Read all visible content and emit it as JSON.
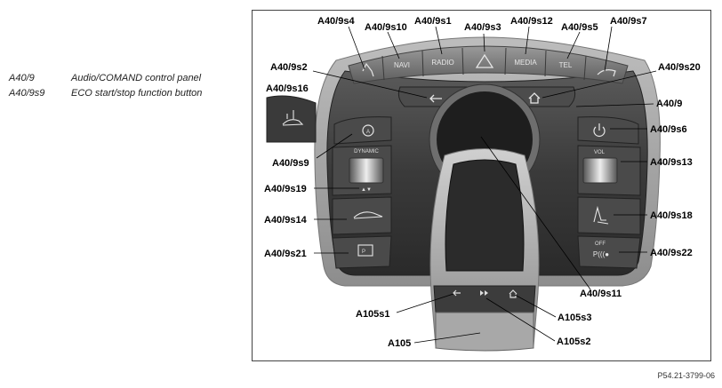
{
  "legend": [
    {
      "code": "A40/9",
      "text": "Audio/COMAND control panel"
    },
    {
      "code": "A40/9s9",
      "text": "ECO start/stop function button"
    }
  ],
  "buttons": {
    "navi": "NAVI",
    "radio": "RADIO",
    "media": "MEDIA",
    "tel": "TEL",
    "dynamic": "DYNAMIC",
    "vol": "VOL",
    "off": "OFF",
    "park": "P(((●"
  },
  "labels": {
    "s4": "A40/9s4",
    "s10": "A40/9s10",
    "s1": "A40/9s1",
    "s3": "A40/9s3",
    "s12": "A40/9s12",
    "s5": "A40/9s5",
    "s7": "A40/9s7",
    "s2": "A40/9s2",
    "s20": "A40/9s20",
    "s16": "A40/9s16",
    "main": "A40/9",
    "s6": "A40/9s6",
    "s9": "A40/9s9",
    "s13": "A40/9s13",
    "s19": "A40/9s19",
    "s14": "A40/9s14",
    "s18": "A40/9s18",
    "s21": "A40/9s21",
    "s22": "A40/9s22",
    "s11": "A40/9s11",
    "a105s1": "A105s1",
    "a105s3": "A105s3",
    "a105": "A105",
    "a105s2": "A105s2"
  },
  "reference": "P54.21-3799-06"
}
